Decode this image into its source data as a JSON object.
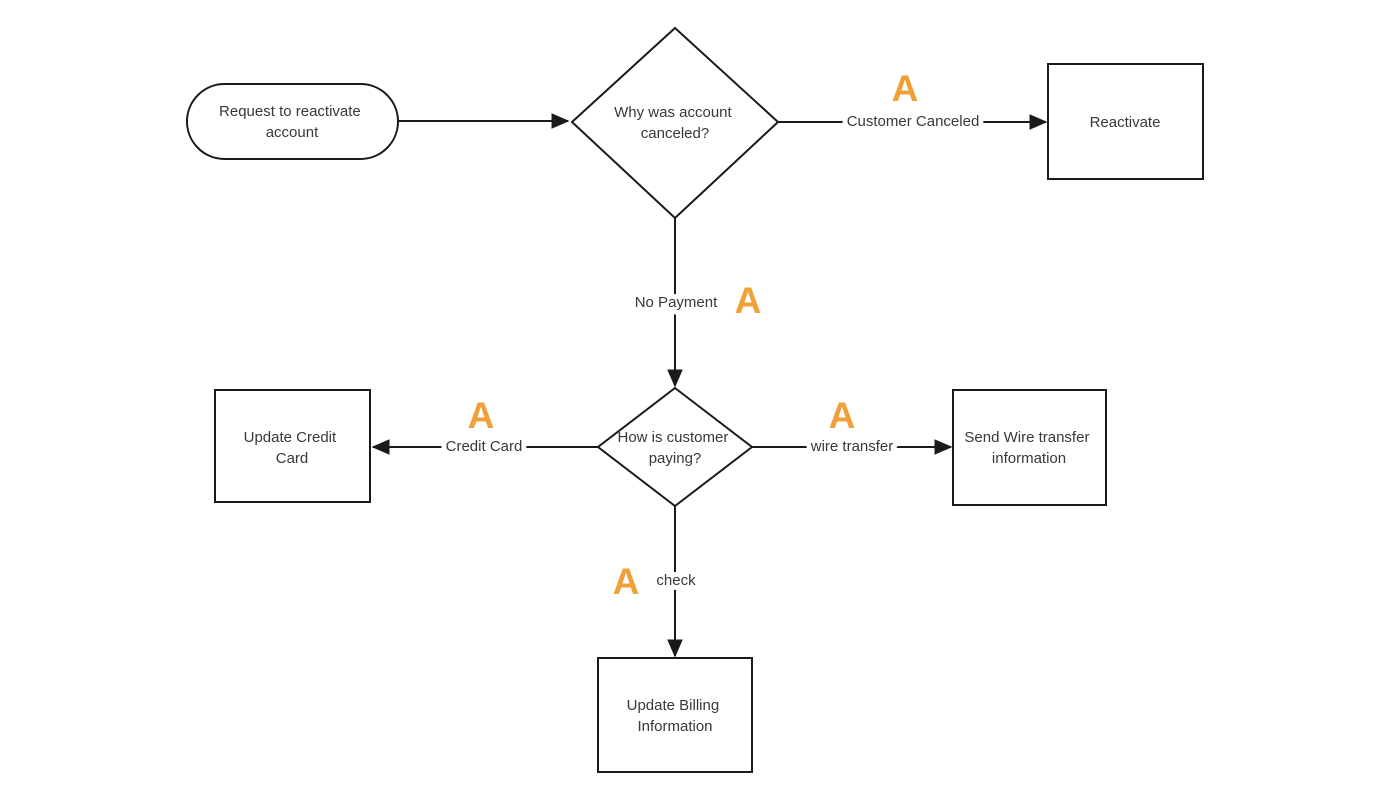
{
  "diagram": {
    "type": "flowchart",
    "background_color": "#ffffff",
    "line_color": "#1a1a1a",
    "text_color": "#383838",
    "branch_marker_color": "#F0A037",
    "branch_marker_letter": "A",
    "nodes": {
      "start": {
        "shape": "terminator",
        "label": "Request to reactivate account",
        "lines": [
          "Request to reactivate",
          "account"
        ]
      },
      "why_canceled": {
        "shape": "decision",
        "label": "Why was account canceled?",
        "lines": [
          "Why was account",
          "canceled?"
        ]
      },
      "reactivate": {
        "shape": "process",
        "label": "Reactivate",
        "lines": [
          "Reactivate"
        ]
      },
      "how_paying": {
        "shape": "decision",
        "label": "How is customer paying?",
        "lines": [
          "How is customer",
          "paying?"
        ]
      },
      "update_credit_card": {
        "shape": "process",
        "label": "Update Credit Card",
        "lines": [
          "Update Credit",
          "Card"
        ]
      },
      "send_wire_info": {
        "shape": "process",
        "label": "Send Wire transfer information",
        "lines": [
          "Send Wire transfer",
          "information"
        ]
      },
      "update_billing": {
        "shape": "process",
        "label": "Update Billing Information",
        "lines": [
          "Update Billing",
          "Information"
        ]
      }
    },
    "edges": {
      "start_to_why": {
        "from": "start",
        "to": "why_canceled",
        "label": "",
        "marker": ""
      },
      "customer_canceled": {
        "from": "why_canceled",
        "to": "reactivate",
        "label": "Customer Canceled",
        "marker": "A"
      },
      "no_payment": {
        "from": "why_canceled",
        "to": "how_paying",
        "label": "No Payment",
        "marker": "A"
      },
      "credit_card": {
        "from": "how_paying",
        "to": "update_credit_card",
        "label": "Credit Card",
        "marker": "A"
      },
      "wire_transfer": {
        "from": "how_paying",
        "to": "send_wire_info",
        "label": "wire transfer",
        "marker": "A"
      },
      "check": {
        "from": "how_paying",
        "to": "update_billing",
        "label": "check",
        "marker": "A"
      }
    }
  }
}
